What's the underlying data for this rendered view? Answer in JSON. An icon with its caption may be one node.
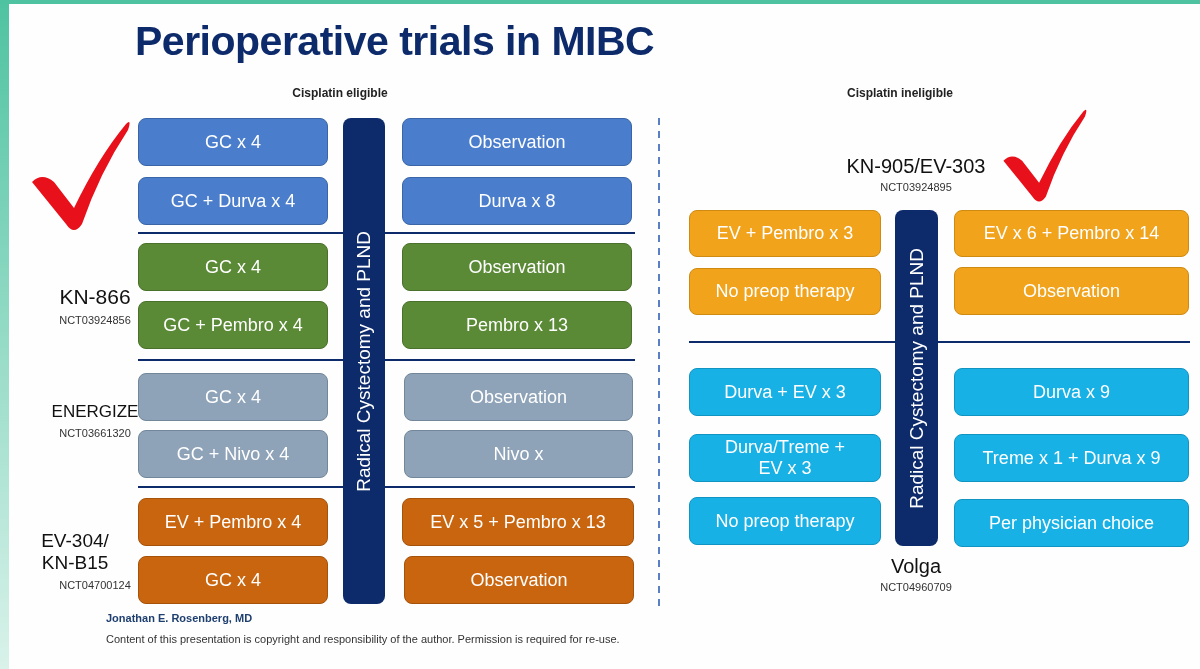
{
  "diagram": {
    "title": "Perioperative trials in MIBC",
    "nodes": [
      {
        "text": [
          "Radical Cystectomy and PLND"
        ]
      },
      {
        "text": [
          "GC x 4"
        ]
      },
      {
        "text": [
          "Observation"
        ]
      },
      {
        "text": [
          "GC + Durva x 4"
        ]
      },
      {
        "text": [
          "Durva x 8"
        ]
      },
      {
        "text": [
          "GC x 4"
        ]
      },
      {
        "text": [
          "Observation"
        ]
      },
      {
        "text": [
          "GC + Pembro x 4"
        ]
      },
      {
        "text": [
          "Pembro x 13"
        ]
      },
      {
        "text": [
          "GC x 4"
        ]
      },
      {
        "text": [
          "Observation"
        ]
      },
      {
        "text": [
          "GC + Nivo x 4"
        ]
      },
      {
        "text": [
          "Nivo x"
        ]
      },
      {
        "text": [
          "EV + Pembro x 4"
        ]
      },
      {
        "text": [
          "EV x 5 + Pembro x 13"
        ]
      },
      {
        "text": [
          "GC x 4"
        ]
      },
      {
        "text": [
          "Observation"
        ]
      },
      {
        "text": [
          "Radical Cystectomy and PLND"
        ]
      },
      {
        "text": [
          "EV + Pembro x 3"
        ]
      },
      {
        "text": [
          "EV x 6 + Pembro x 14"
        ]
      },
      {
        "text": [
          "No preop therapy"
        ]
      },
      {
        "text": [
          "Observation"
        ]
      },
      {
        "text": [
          "Durva + EV x 3"
        ]
      },
      {
        "text": [
          "Durva x 9"
        ]
      },
      {
        "text": [
          "Durva/Treme + EV x 3"
        ]
      },
      {
        "text": [
          "Treme x 1 + Durva x 9"
        ]
      },
      {
        "text": [
          "No preop therapy"
        ]
      },
      {
        "text": [
          "Per physician choice"
        ]
      }
    ],
    "labels": [
      "Cisplatin eligible",
      "Cisplatin ineligible",
      "KN-866",
      "NCT03924856",
      "ENERGIZE",
      "NCT03661320",
      "EV-304/ KN-B15",
      "NCT04700124",
      "KN-905/EV-303",
      "NCT03924895",
      "Volga",
      "NCT04960709",
      "Jonathan E. Rosenberg, MD",
      "Content of this presentation is copyright and responsibility of the author. Permission is required for re-use."
    ]
  }
}
